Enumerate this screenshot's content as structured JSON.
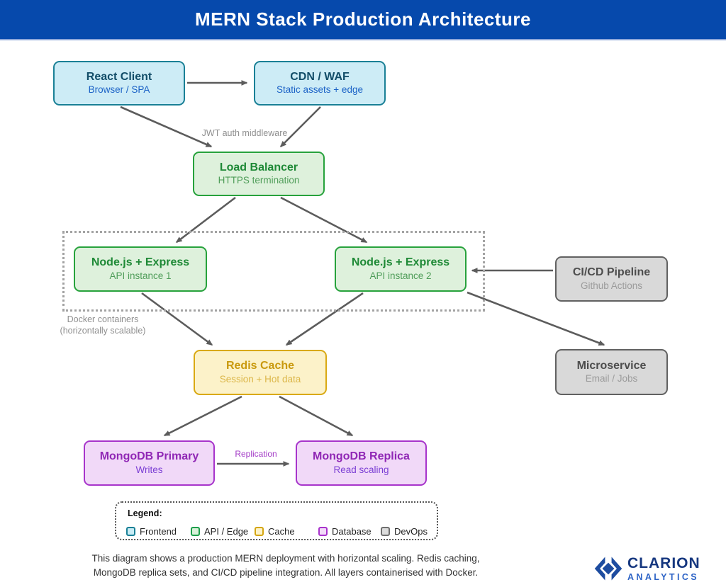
{
  "header": {
    "title": "MERN Stack Production Architecture"
  },
  "nodes": {
    "react": {
      "title": "React Client",
      "subtitle": "Browser / SPA"
    },
    "cdn": {
      "title": "CDN / WAF",
      "subtitle": "Static assets + edge"
    },
    "lb": {
      "title": "Load Balancer",
      "subtitle": "HTTPS termination"
    },
    "api1": {
      "title": "Node.js + Express",
      "subtitle": "API instance 1"
    },
    "api2": {
      "title": "Node.js + Express",
      "subtitle": "API instance 2"
    },
    "cicd": {
      "title": "CI/CD Pipeline",
      "subtitle": "Github Actions"
    },
    "micro": {
      "title": "Microservice",
      "subtitle": "Email / Jobs"
    },
    "redis": {
      "title": "Redis Cache",
      "subtitle": "Session + Hot data"
    },
    "mongoPrimary": {
      "title": "MongoDB Primary",
      "subtitle": "Writes"
    },
    "mongoReplica": {
      "title": "MongoDB Replica",
      "subtitle": "Read scaling"
    }
  },
  "annotations": {
    "jwt": "JWT auth middleware",
    "docker_line1": "Docker containers",
    "docker_line2": "(horizontally scalable)",
    "replication": "Replication"
  },
  "legend": {
    "label": "Legend:",
    "items": [
      {
        "label": "Frontend",
        "border": "#1a8096",
        "fill": "#c9ecf5"
      },
      {
        "label": "API / Edge",
        "border": "#1d9e4b",
        "fill": "#d9f1d9"
      },
      {
        "label": "Cache",
        "border": "#d4a511",
        "fill": "#fdf2c7"
      },
      {
        "label": "Database",
        "border": "#a832cc",
        "fill": "#f2daf8"
      },
      {
        "label": "DevOps",
        "border": "#6f6f6f",
        "fill": "#dcdcdc"
      }
    ]
  },
  "caption": {
    "line1": "This diagram shows a production MERN deployment with horizontal scaling. Redis caching,",
    "line2": "MongoDB replica sets, and CI/CD pipeline integration. All layers containerised with Docker."
  },
  "brand": {
    "name": "CLARION",
    "sub": "ANALYTICS",
    "name_color": "#16377f",
    "sub_color": "#2e64c6"
  },
  "colors": {
    "header_bg": "#0649ac",
    "arrow": "#5c5c5c",
    "cluster_border": "#a3a3a3",
    "note_gray": "#8f8f8f",
    "replication_label": "#a33bc6"
  }
}
